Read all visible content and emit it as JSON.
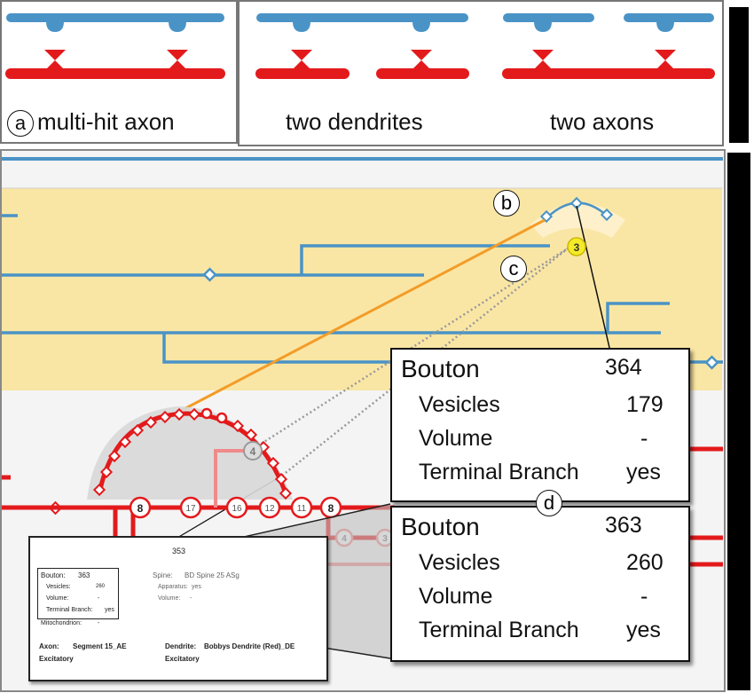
{
  "legend": {
    "panels": [
      {
        "label_id": "a",
        "caption": "multi-hit axon"
      },
      {
        "caption": "two dendrites"
      },
      {
        "caption": "two axons"
      }
    ]
  },
  "markers": {
    "b": "b",
    "c": "c",
    "d": "d"
  },
  "node_counts": {
    "yellow": "3",
    "ring": [
      "8",
      "17",
      "16",
      "12",
      "11",
      "8"
    ],
    "grey": "4",
    "red_small": [
      "4",
      "3"
    ]
  },
  "bouton_box_top": {
    "title": "Bouton",
    "id": "364",
    "rows": [
      {
        "label": "Vesicles",
        "value": "179"
      },
      {
        "label": "Volume",
        "value": "-"
      },
      {
        "label": "Terminal Branch",
        "value": "yes"
      }
    ]
  },
  "bouton_box_bottom": {
    "title": "Bouton",
    "id": "363",
    "rows": [
      {
        "label": "Vesicles",
        "value": "260"
      },
      {
        "label": "Volume",
        "value": "-"
      },
      {
        "label": "Terminal Branch",
        "value": "yes"
      }
    ]
  },
  "popup": {
    "header": "353",
    "bouton_label": "Bouton:",
    "bouton_id": "363",
    "vesicles_label": "Vesicles:",
    "vesicles_value": "260",
    "volume_label": "Volume:",
    "volume_value": "-",
    "terminal_label": "Terminal Branch:",
    "terminal_value": "yes",
    "mito_label": "Mitochondrion:",
    "mito_value": "-",
    "spine_label": "Spine:",
    "spine_value": "BD Spine 25 ASg",
    "apparatus_label": "Apparatus:",
    "apparatus_value": "yes",
    "spine_volume_label": "Volume:",
    "spine_volume_value": "-",
    "axon_label": "Axon:",
    "axon_value": "Segment 15_AE",
    "axon_type": "Excitatory",
    "dendrite_label": "Dendrite:",
    "dendrite_value": "Bobbys Dendrite (Red)_DE",
    "dendrite_type": "Excitatory"
  },
  "colors": {
    "dendrite_blue": "#4a93c6",
    "axon_red": "#e31a1c",
    "highlight_orange": "#f39c28",
    "yellow_band": "#fae6a4",
    "node_yellow": "#f4ea2a"
  }
}
